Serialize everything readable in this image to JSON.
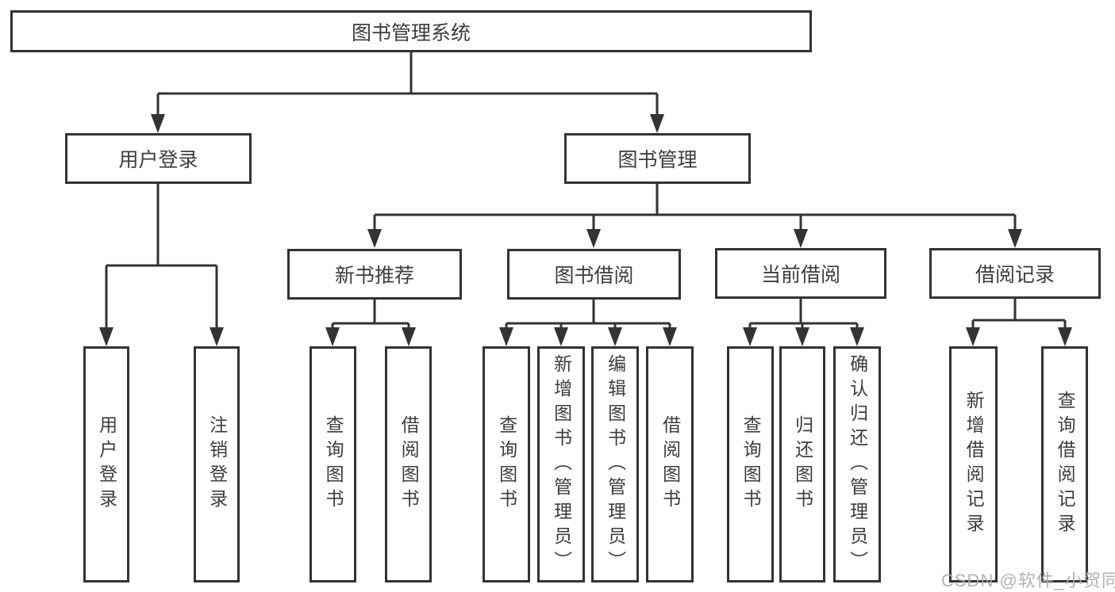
{
  "tree": {
    "root": {
      "label": "图书管理系统"
    },
    "level1": [
      {
        "label": "用户登录",
        "children": [
          {
            "label": "用户登录"
          },
          {
            "label": "注销登录"
          }
        ]
      },
      {
        "label": "图书管理",
        "children": [
          {
            "label": "新书推荐",
            "children": [
              {
                "label": "查询图书"
              },
              {
                "label": "借阅图书"
              }
            ]
          },
          {
            "label": "图书借阅",
            "children": [
              {
                "label": "查询图书"
              },
              {
                "label": "新增图书（管理员）"
              },
              {
                "label": "编辑图书（管理员）"
              },
              {
                "label": "借阅图书"
              }
            ]
          },
          {
            "label": "当前借阅",
            "children": [
              {
                "label": "查询图书"
              },
              {
                "label": "归还图书"
              },
              {
                "label": "确认归还（管理员）"
              }
            ]
          },
          {
            "label": "借阅记录",
            "children": [
              {
                "label": "新增借阅记录"
              },
              {
                "label": "查询借阅记录"
              }
            ]
          }
        ]
      }
    ]
  },
  "watermark": {
    "text": "CSDN @软件_小贺同学"
  },
  "colors": {
    "line": "#333333",
    "box_border": "#333333",
    "text": "#3d3d3d",
    "background": "#ffffff",
    "watermark": "#ababab"
  }
}
